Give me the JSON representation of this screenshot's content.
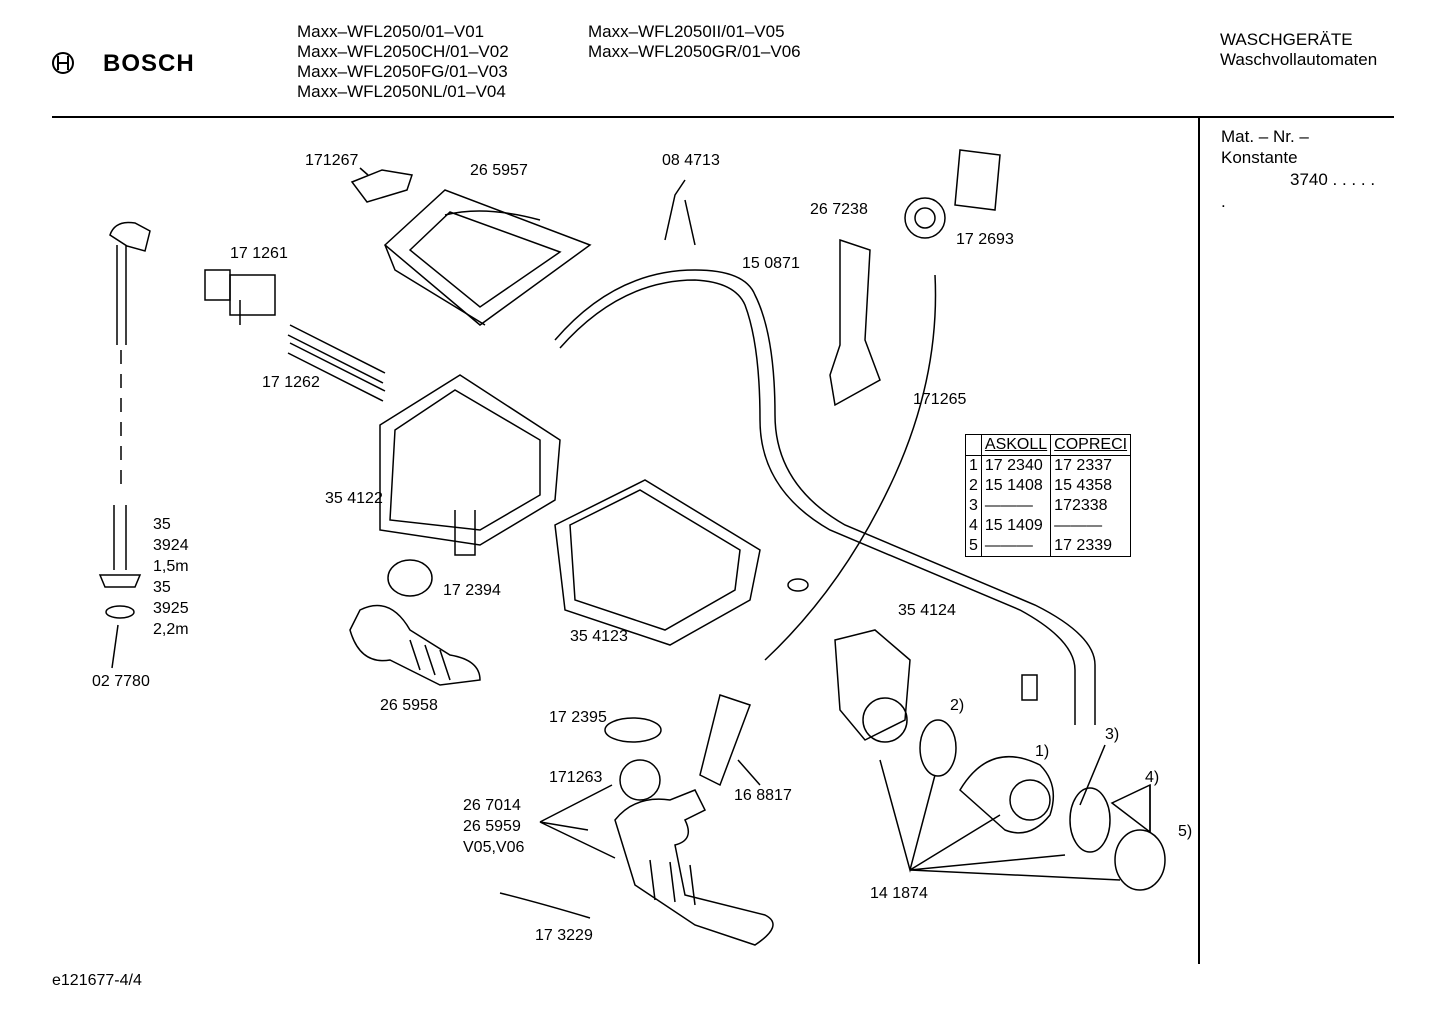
{
  "brand": "BOSCH",
  "models_col1": [
    "Maxx–WFL2050/01–V01",
    "Maxx–WFL2050CH/01–V02",
    "Maxx–WFL2050FG/01–V03",
    "Maxx–WFL2050NL/01–V04"
  ],
  "models_col2": [
    "Maxx–WFL2050II/01–V05",
    "Maxx–WFL2050GR/01–V06"
  ],
  "category": [
    "WASCHGERÄTE",
    "Waschvollautomaten"
  ],
  "side": {
    "mat": "Mat. – Nr. –",
    "konst": "Konstante",
    "value": "3740 .  .  .  .  .",
    "dot": "."
  },
  "labels": {
    "p171267": "171267",
    "p265957": "26 5957",
    "p084713": "08 4713",
    "p267238": "26 7238",
    "p172693": "17 2693",
    "p171261": "17 1261",
    "p150871": "15 0871",
    "p171262": "17 1262",
    "p171265": "171265",
    "p354122": "35 4122",
    "p35a": "35",
    "p3924": "3924",
    "p15m": "1,5m",
    "p35b": "35",
    "p3925": "3925",
    "p22m": "2,2m",
    "p172394": "17 2394",
    "p354123": "35 4123",
    "p027780": "02 7780",
    "p265958": "26 5958",
    "p354124": "35 4124",
    "p2": "2)",
    "p3": "3)",
    "p1": "1)",
    "p4": "4)",
    "p5": "5)",
    "p172395": "17 2395",
    "p171263": "171263",
    "p168817": "16 8817",
    "p267014": "26 7014",
    "p265959": "26 5959",
    "pv05": "V05,V06",
    "p141874": "14 1874",
    "p173229": "17 3229"
  },
  "table": {
    "headers": [
      "",
      "ASKOLL",
      "COPRECI"
    ],
    "rows": [
      [
        "1",
        "17 2340",
        "17 2337"
      ],
      [
        "2",
        "15 1408",
        "15 4358"
      ],
      [
        "3",
        "———",
        "172338"
      ],
      [
        "4",
        "15 1409",
        "———"
      ],
      [
        "5",
        "———",
        "17 2339"
      ]
    ]
  },
  "footer": "e121677-4/4"
}
